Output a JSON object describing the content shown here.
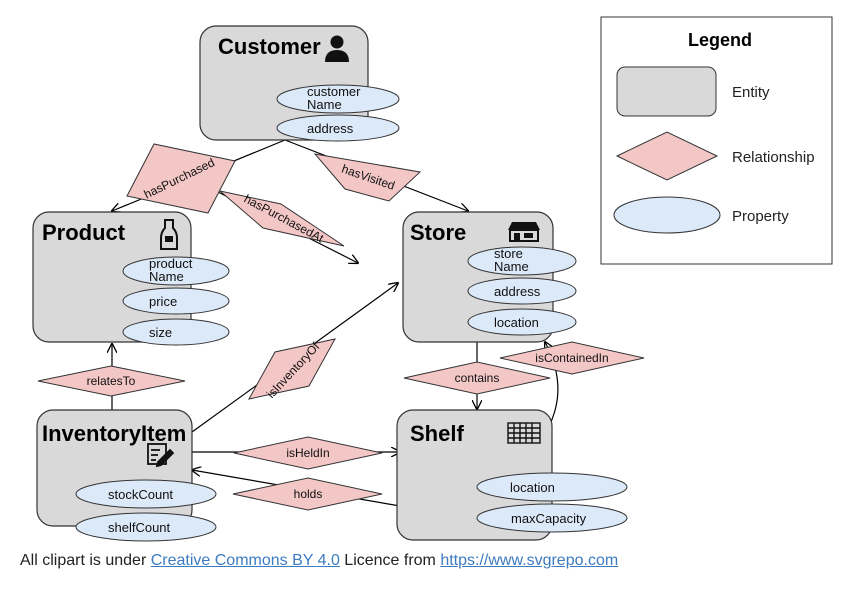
{
  "entities": {
    "customer": {
      "title": "Customer",
      "icon": "person-icon",
      "properties": {
        "customerName": [
          "customer",
          "Name"
        ],
        "address": "address"
      }
    },
    "product": {
      "title": "Product",
      "icon": "bottle-icon",
      "properties": {
        "productName": [
          "product",
          "Name"
        ],
        "price": "price",
        "size": "size"
      }
    },
    "store": {
      "title": "Store",
      "icon": "storefront-icon",
      "properties": {
        "storeName": [
          "store",
          "Name"
        ],
        "address": "address",
        "location": "location"
      }
    },
    "inventoryItem": {
      "title": "InventoryItem",
      "icon": "clipboard-pen-icon",
      "properties": {
        "stockCount": "stockCount",
        "shelfCount": "shelfCount"
      }
    },
    "shelf": {
      "title": "Shelf",
      "icon": "grid-icon",
      "properties": {
        "location": "location",
        "maxCapacity": "maxCapacity"
      }
    }
  },
  "relationships": {
    "hasPurchased": "hasPurchased",
    "hasVisited": "hasVisited",
    "hasPurchasedAt": "hasPurchasedAt",
    "isInventoryOf": "isInventoryOf",
    "relatesTo": "relatesTo",
    "contains": "contains",
    "isContainedIn": "isContainedIn",
    "isHeldIn": "isHeldIn",
    "holds": "holds"
  },
  "legend": {
    "title": "Legend",
    "entity": "Entity",
    "relationship": "Relationship",
    "property": "Property"
  },
  "colors": {
    "entity_fill": "#d9d9d9",
    "relationship_fill": "#f4c7c7",
    "property_fill": "#dce9f8",
    "link": "#3d7bc0"
  },
  "footer": {
    "prefix": "All clipart is under ",
    "license_link": "Creative Commons BY 4.0",
    "middle": " Licence from ",
    "source_link": "https://www.svgrepo.com"
  }
}
